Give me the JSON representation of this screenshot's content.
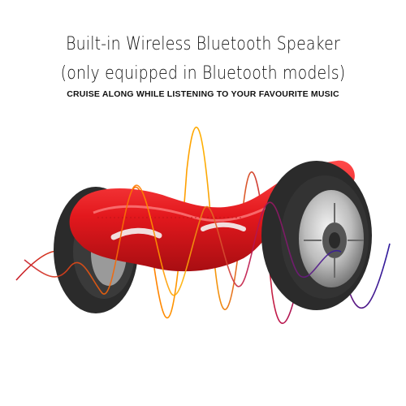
{
  "product_image": {
    "headline_line1": "Built-in Wireless Bluetooth Speaker",
    "headline_line2": "(only equipped in Bluetooth models)",
    "tagline": "CRUISE ALONG WHILE LISTENING TO YOUR FAVOURITE MUSIC",
    "colors": {
      "board_red": "#e8262b",
      "tire": "#2b2b2b",
      "wave_start": "#d21f2a",
      "wave_mid": "#ff9a00",
      "wave_end": "#3b1fa6"
    }
  }
}
